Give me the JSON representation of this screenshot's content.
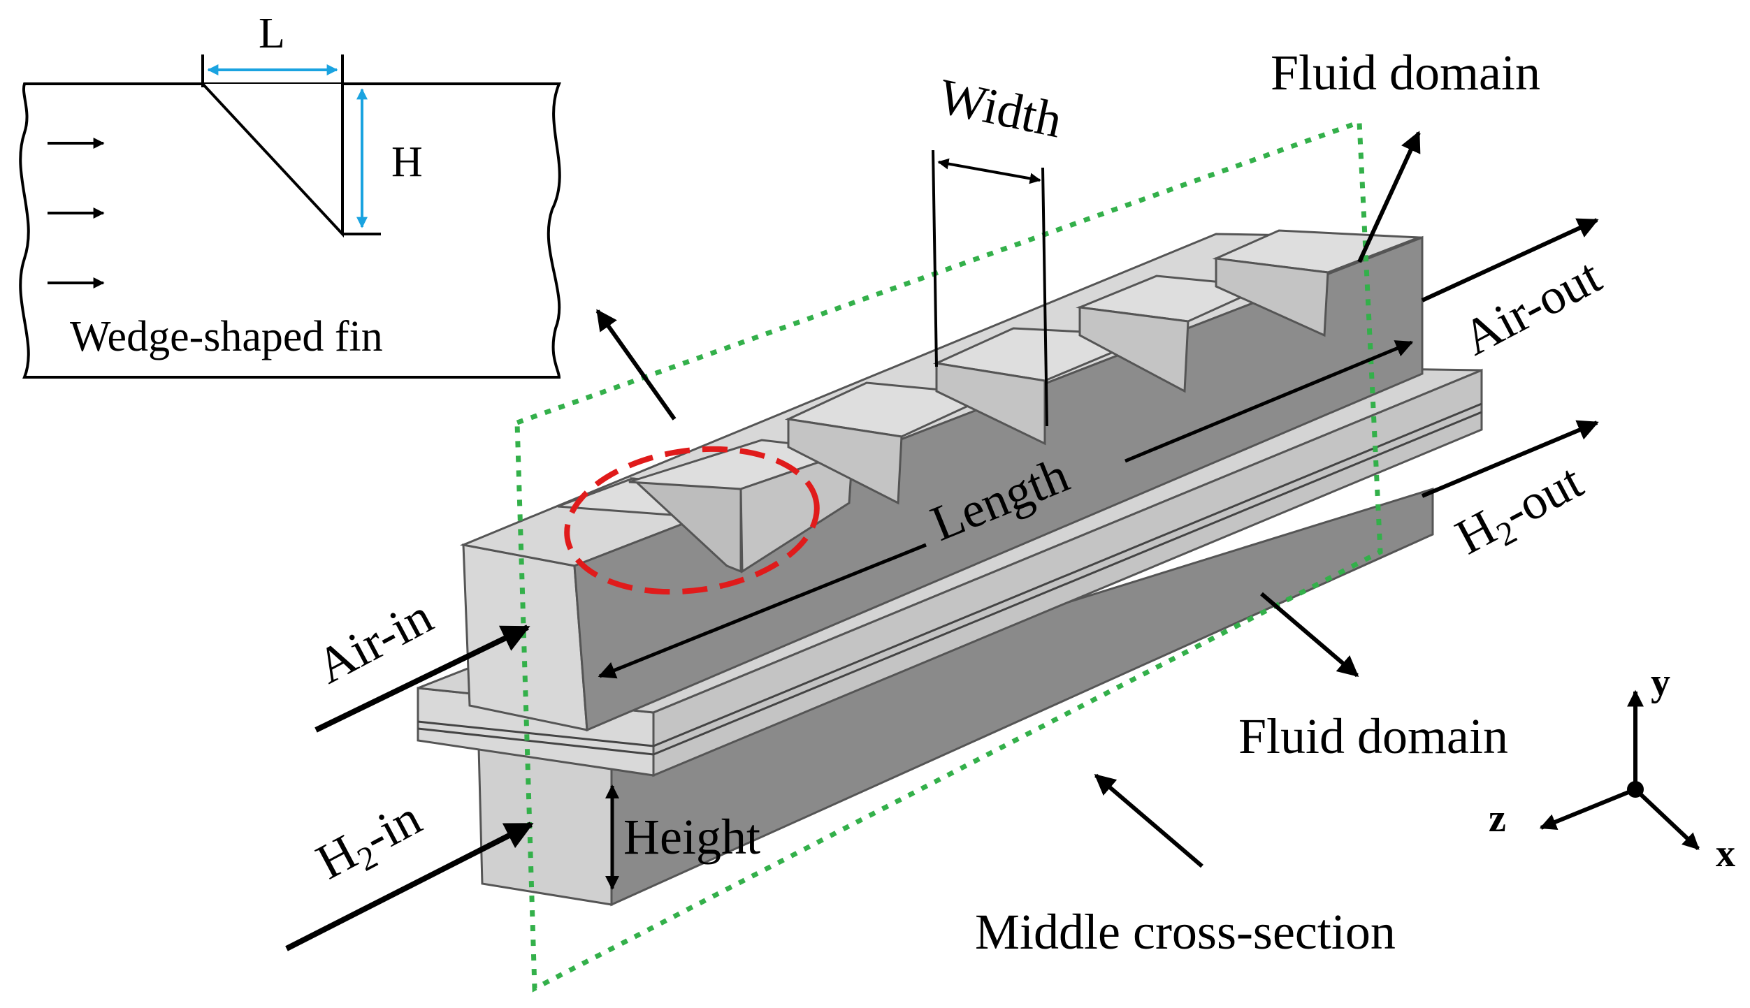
{
  "inset": {
    "caption": "Wedge-shaped fin",
    "dim_L": "L",
    "dim_H": "H"
  },
  "labels": {
    "width": "Width",
    "length": "Length",
    "height": "Height",
    "fluid_domain_top": "Fluid domain",
    "fluid_domain_bottom": "Fluid domain",
    "middle_cross_section": "Middle cross-section",
    "air_in": "Air-in",
    "air_out": "Air-out",
    "h2_in_prefix": "H",
    "h2_in_sub": "2",
    "h2_in_suffix": "-in",
    "h2_out_prefix": "H",
    "h2_out_sub": "2",
    "h2_out_suffix": "-out"
  },
  "axes": {
    "y": "y",
    "z": "z",
    "x": "x"
  },
  "colors": {
    "channel_dark": "#8c8c8c",
    "channel_light": "#d6d6d6",
    "fin_top": "#dedede",
    "outline": "#4a4a4a",
    "section_dashed": "#33b04a",
    "highlight_ellipse": "#e01b1b",
    "dimension_arrow": "#1aa3e0"
  }
}
